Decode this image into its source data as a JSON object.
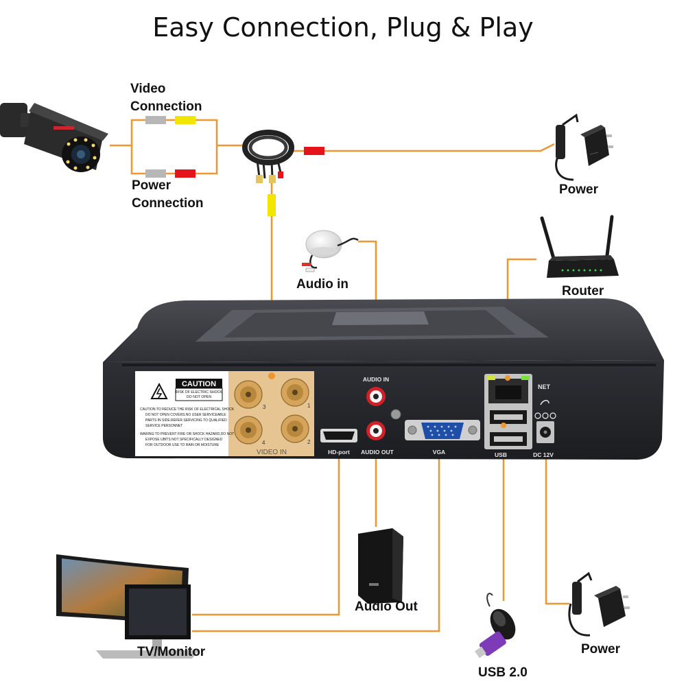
{
  "title": "Easy Connection, Plug & Play",
  "labels": {
    "video_connection": "Video\nConnection",
    "power_connection": "Power\nConnection",
    "power_top": "Power",
    "audio_in": "Audio in",
    "router": "Router",
    "audio_out": "Audio Out",
    "tv_monitor": "TV/Monitor",
    "usb": "USB 2.0",
    "power_bottom": "Power"
  },
  "panel": {
    "caution_title": "CAUTION",
    "caution_sub1": "RISK OF ELECTRIC SHOCK",
    "caution_sub2": "DO NOT OPEN",
    "warning_lines": [
      "CAUTION:TO REDUCE THE RISK OF ELECTRICAL SHOCK",
      "DO NOT OPEN COVERS.NO USER SERVICEABLE",
      "PARTS IN SIDE.REFER SERVICING TO QUALIFIED",
      "SERVICE PERSONNET",
      "WARING:TO PREVENT FIRE OR SHOCK HAZARD,DO NOT",
      "EXPOSE UBITS NOT SPECIFICALLY DESIGNED",
      "FOR OUTDOOR USE TO RAIN OR MOISTURE"
    ],
    "video_in": "VIDEO IN",
    "bnc_numbers": [
      "3",
      "1",
      "4",
      "2"
    ],
    "audio_in": "AUDIO IN",
    "audio_out": "AUDIO OUT",
    "hd_port": "HD-port",
    "vga": "VGA",
    "usb": "USB",
    "net": "NET",
    "dc": "DC 12V"
  },
  "colors": {
    "wire": "#f0962f",
    "dvr_body": "#2a2b30",
    "dvr_top": "#3c3e44",
    "video_panel": "#e7c592",
    "rca_red": "#d12027",
    "vga_blue": "#1f4ea8"
  },
  "icons": {
    "camera": "cctv-bullet-camera-icon",
    "cable": "coiled-cable-icon",
    "adapter": "power-adapter-icon",
    "microphone": "microphone-icon",
    "router": "wifi-router-icon",
    "speaker": "speaker-icon",
    "monitor": "tv-monitor-icon",
    "usb": "usb-mouse-drive-icon"
  }
}
